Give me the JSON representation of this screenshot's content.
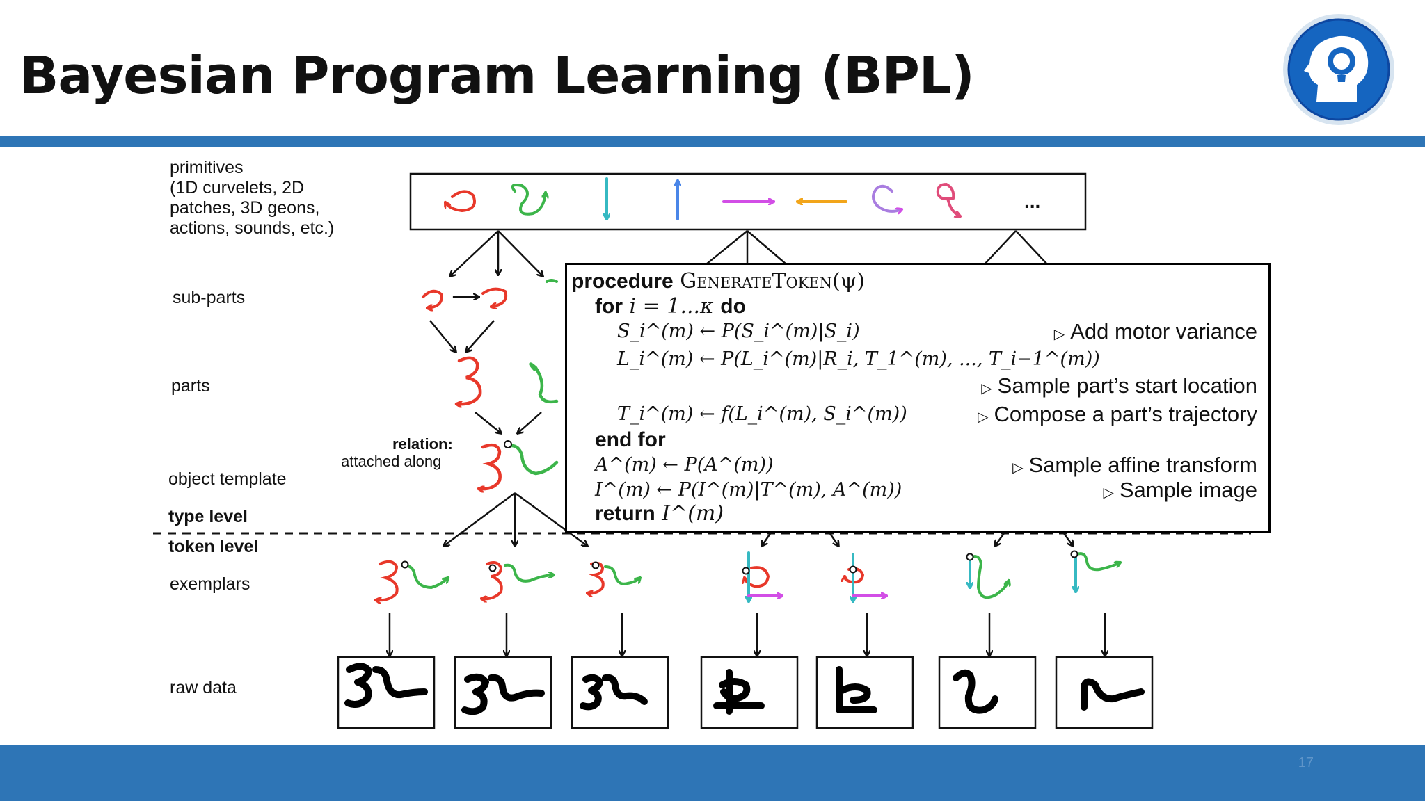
{
  "slide": {
    "title": "Bayesian Program Learning (BPL)",
    "page_number": "17",
    "accent_color": "#2e75b6"
  },
  "labels": {
    "primitives": [
      "primitives",
      "(1D curvelets, 2D",
      "patches, 3D geons,",
      "actions, sounds, etc.)"
    ],
    "sub_parts": "sub-parts",
    "parts": "parts",
    "relation_title": "relation:",
    "relation_sub": "attached along",
    "object_template": "object template",
    "type_level": "type level",
    "token_level": "token level",
    "exemplars": "exemplars",
    "raw_data": "raw data",
    "ellipsis": "..."
  },
  "procedure": {
    "l1_kw": "procedure",
    "l1_name": "GenerateToken",
    "l1_arg": "(ψ)",
    "l2_kw": "for",
    "l2_expr": "i = 1...κ",
    "l2_do": "do",
    "l3": "S_i^(m) ← P(S_i^(m)|S_i)",
    "l3_comment": "Add motor variance",
    "l4": "L_i^(m) ← P(L_i^(m)|R_i, T_1^(m), ..., T_i−1^(m))",
    "l5_comment": "Sample part’s start location",
    "l6": "T_i^(m) ← f(L_i^(m), S_i^(m))",
    "l6_comment": "Compose a part’s trajectory",
    "l7_kw": "end for",
    "l8": "A^(m) ← P(A^(m))",
    "l8_comment": "Sample affine transform",
    "l9": "I^(m) ← P(I^(m)|T^(m), A^(m))",
    "l9_comment": "Sample image",
    "l10_kw": "return",
    "l10": "I^(m)"
  }
}
